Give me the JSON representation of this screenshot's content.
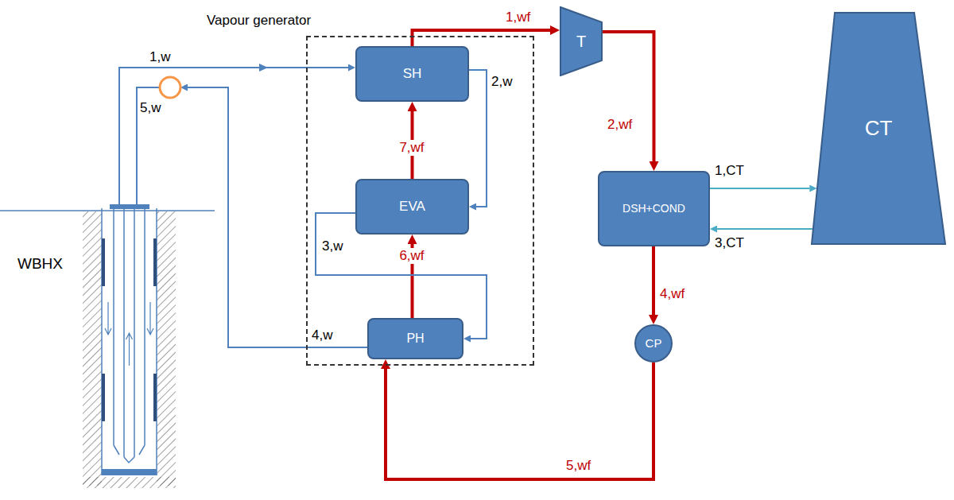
{
  "diagram": {
    "nodes": [
      {
        "text": [
          "Vapour generator"
        ]
      },
      {
        "text": [
          "SH"
        ],
        "in": 0
      },
      {
        "text": [
          "EVA"
        ],
        "in": 0
      },
      {
        "text": [
          "PH"
        ],
        "in": 0
      },
      {
        "text": [
          "T"
        ]
      },
      {
        "text": [
          "DSH+COND"
        ]
      },
      {
        "text": [
          "CT"
        ]
      },
      {
        "text": [
          "CP"
        ]
      }
    ],
    "edges": [
      {
        "from": 1,
        "to": 4,
        "arrow": "to",
        "label": "1,wf"
      },
      {
        "from": 4,
        "to": 5,
        "arrow": "to",
        "label": "2,wf"
      },
      {
        "from": 5,
        "to": 7,
        "arrow": "to",
        "label": "4,wf"
      },
      {
        "from": 7,
        "to": 3,
        "arrow": "to",
        "label": "5,wf"
      },
      {
        "from": 3,
        "to": 2,
        "arrow": "to",
        "label": "6,wf"
      },
      {
        "from": 2,
        "to": 1,
        "arrow": "to",
        "label": "7,wf"
      },
      {
        "from": 1,
        "to": 2,
        "arrow": "to",
        "label": "2,w"
      },
      {
        "from": 2,
        "to": 3,
        "arrow": "to",
        "label": "3,w"
      },
      {
        "from": 5,
        "to": 6,
        "arrow": "to",
        "label": "1,CT"
      },
      {
        "from": 6,
        "to": 5,
        "arrow": "to",
        "label": "3,CT"
      }
    ],
    "labels": [
      "1,w",
      "5,w",
      "4,w",
      "WBHX"
    ]
  }
}
